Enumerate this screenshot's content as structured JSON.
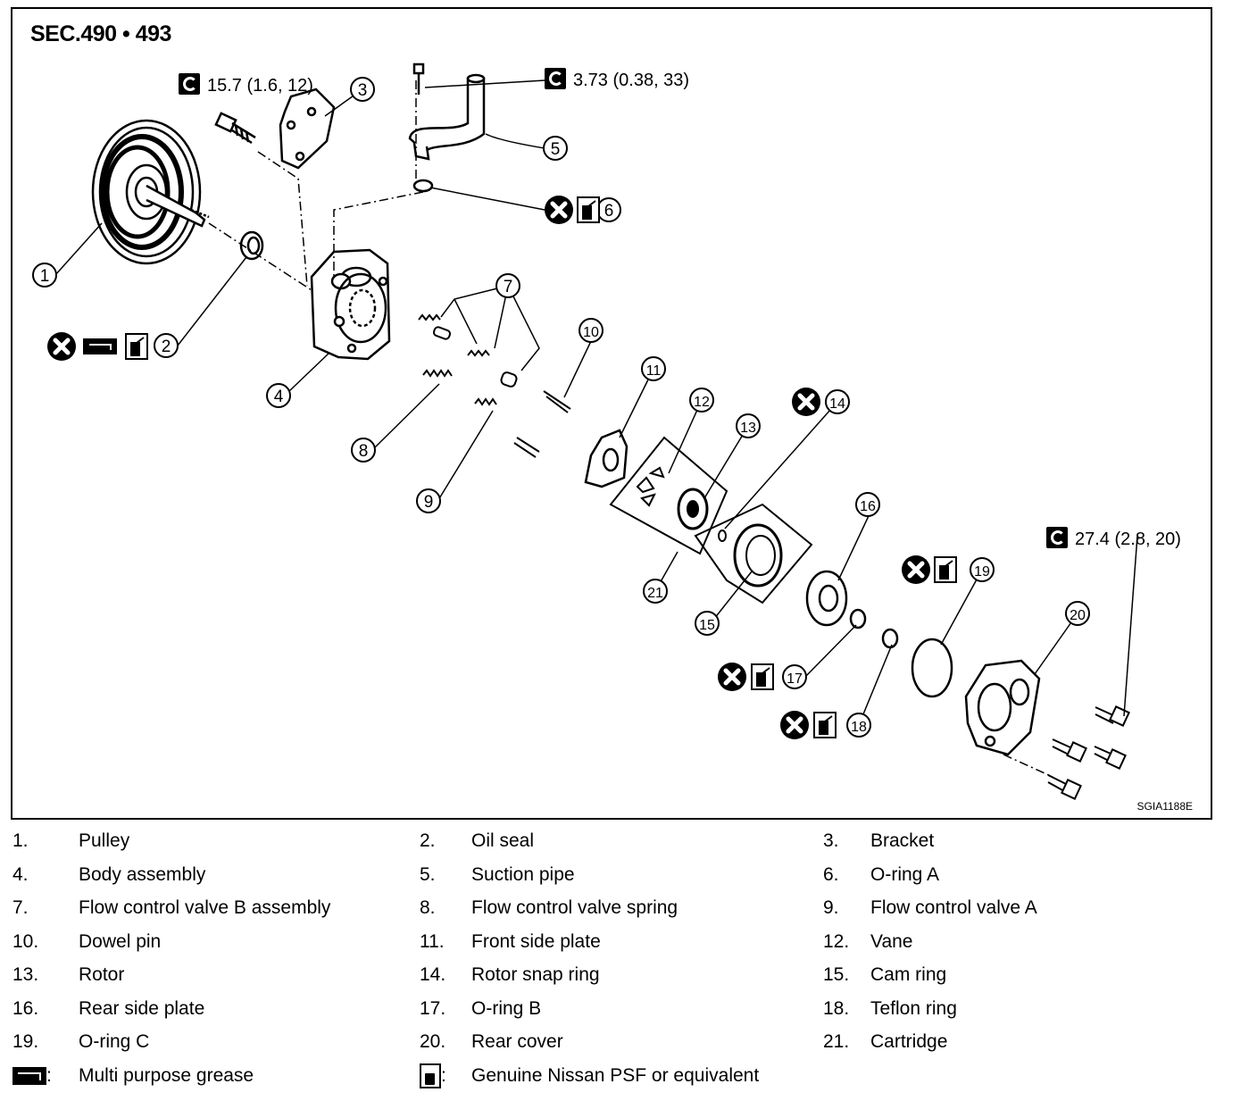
{
  "diagram": {
    "section_title": "SEC.490 • 493",
    "code": "SGIA1188E",
    "torques": {
      "bracket_bolt": "15.7 (1.6, 12)",
      "suction_bolt": "3.73 (0.38, 33)",
      "rear_bolts": "27.4 (2.8, 20)"
    },
    "callouts": [
      "1",
      "2",
      "3",
      "4",
      "5",
      "6",
      "7",
      "8",
      "9",
      "10",
      "11",
      "12",
      "13",
      "14",
      "15",
      "16",
      "17",
      "18",
      "19",
      "20",
      "21"
    ]
  },
  "legend": {
    "items": [
      {
        "num": "1.",
        "name": "Pulley"
      },
      {
        "num": "2.",
        "name": "Oil seal"
      },
      {
        "num": "3.",
        "name": "Bracket"
      },
      {
        "num": "4.",
        "name": "Body assembly"
      },
      {
        "num": "5.",
        "name": "Suction pipe"
      },
      {
        "num": "6.",
        "name": "O-ring A"
      },
      {
        "num": "7.",
        "name": "Flow control valve B assembly"
      },
      {
        "num": "8.",
        "name": "Flow control valve spring"
      },
      {
        "num": "9.",
        "name": "Flow control valve A"
      },
      {
        "num": "10.",
        "name": "Dowel pin"
      },
      {
        "num": "11.",
        "name": "Front side plate"
      },
      {
        "num": "12.",
        "name": "Vane"
      },
      {
        "num": "13.",
        "name": "Rotor"
      },
      {
        "num": "14.",
        "name": "Rotor snap ring"
      },
      {
        "num": "15.",
        "name": "Cam ring"
      },
      {
        "num": "16.",
        "name": "Rear side plate"
      },
      {
        "num": "17.",
        "name": "O-ring B"
      },
      {
        "num": "18.",
        "name": "Teflon ring"
      },
      {
        "num": "19.",
        "name": "O-ring C"
      },
      {
        "num": "20.",
        "name": "Rear cover"
      },
      {
        "num": "21.",
        "name": "Cartridge"
      }
    ],
    "symbols": [
      {
        "name": "Multi purpose grease",
        "icon": "grease-icon"
      },
      {
        "name": "Genuine Nissan PSF or equivalent",
        "icon": "psf-icon"
      }
    ]
  }
}
